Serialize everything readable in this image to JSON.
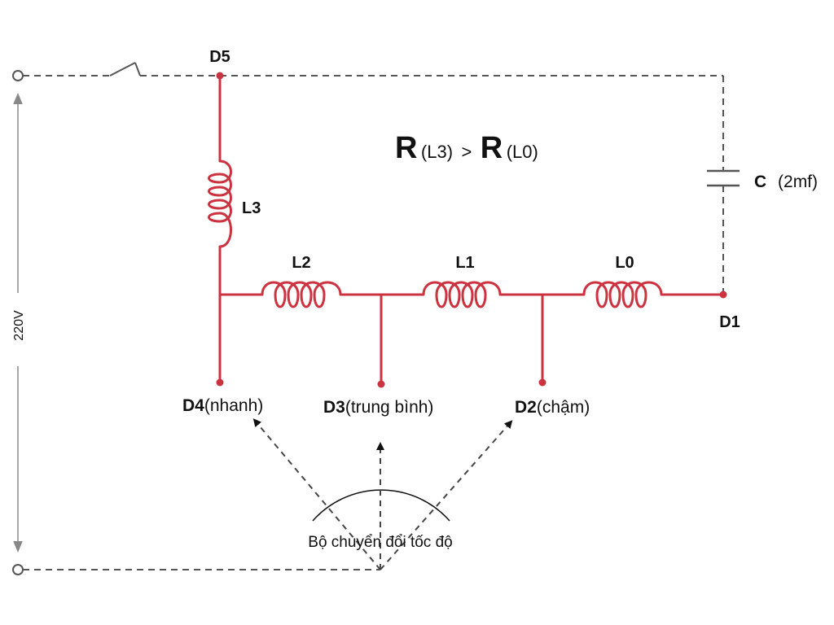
{
  "terminals": {
    "d5": "D5",
    "d1": "D1",
    "d4": "D4",
    "d4_note": "(nhanh)",
    "d3": "D3",
    "d3_note": "(trung bình)",
    "d2": "D2",
    "d2_note": "(chậm)"
  },
  "coils": {
    "l3": "L3",
    "l2": "L2",
    "l1": "L1",
    "l0": "L0"
  },
  "capacitor": {
    "name": "C",
    "value": "(2mf)"
  },
  "formula": {
    "r1": "R",
    "sub1": "(L3)",
    "op": ">",
    "r2": "R",
    "sub2": "(L0)"
  },
  "supply": {
    "voltage": "220V"
  },
  "switch_label": "Bộ chuyển đổi tốc độ",
  "colors": {
    "wire": "#cc3340",
    "dashed": "#555555",
    "arrow": "#111111"
  }
}
